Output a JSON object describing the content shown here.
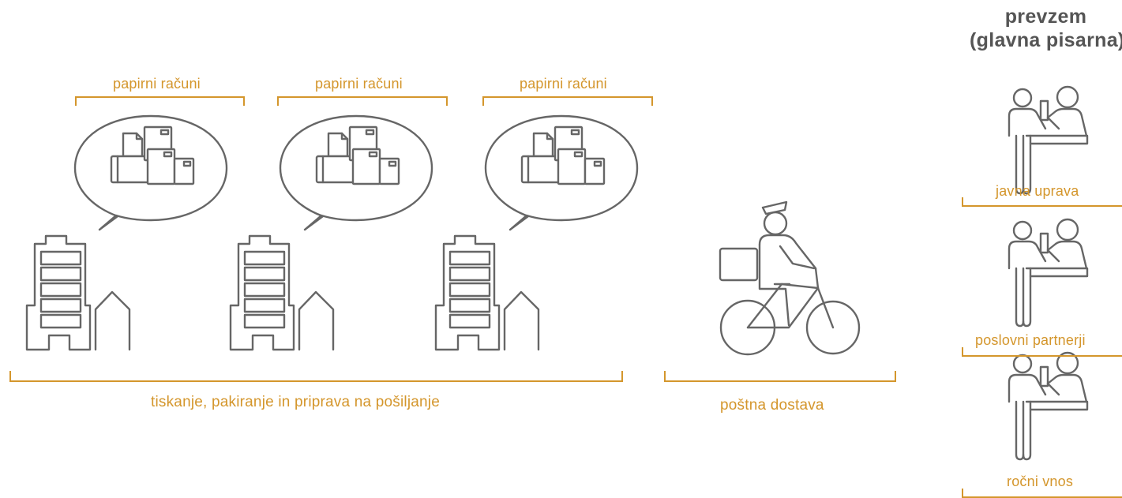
{
  "header": {
    "line1": "prevzem",
    "line2": "(glavna pisarna)"
  },
  "groups": [
    {
      "label": "papirni računi"
    },
    {
      "label": "papirni računi"
    },
    {
      "label": "papirni računi"
    }
  ],
  "stages": {
    "printing": "tiskanje, pakiranje in priprava na pošiljanje",
    "delivery": "poštna dostava"
  },
  "receivers": [
    {
      "label": "javna uprava"
    },
    {
      "label": "poslovni partnerji"
    },
    {
      "label": "ročni vnos"
    }
  ],
  "icons": {
    "company": "office-building-icon",
    "documents": "printed-documents-icon",
    "courier": "postman-bicycle-icon",
    "reception": "reception-desk-icon"
  },
  "colors": {
    "accent": "#d4962c",
    "icon": "#666666",
    "heading": "#555555"
  }
}
